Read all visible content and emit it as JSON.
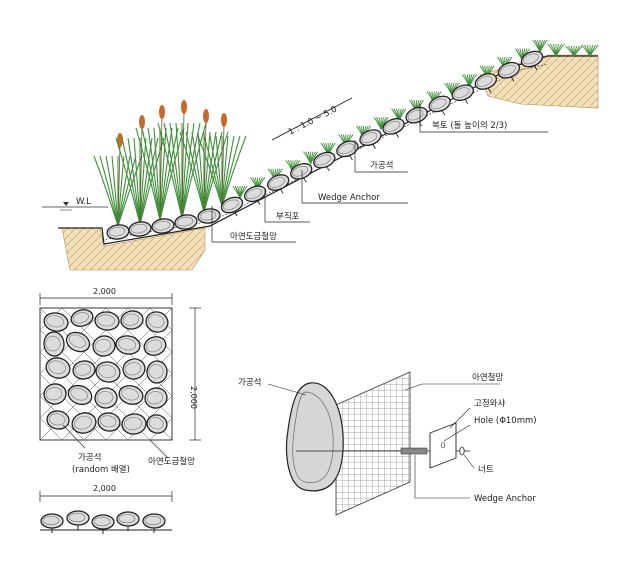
{
  "section": {
    "water_level": "W.L",
    "slope_ratio": "1 : 1.0 ~ 5.0",
    "callouts": {
      "galvanized_mesh": "아연도금철망",
      "nonwoven": "부직포",
      "wedge_anchor": "Wedge Anchor",
      "processed_stone": "가공석",
      "soil_cover": "복토 (돌 높이의 2/3)"
    }
  },
  "plan": {
    "width_dim": "2,000",
    "height_dim": "2,000",
    "stone_label": "가공석",
    "stone_note": "(random 배열)",
    "mesh_label": "아연도금철망"
  },
  "elevation": {
    "width_dim": "2,000"
  },
  "detail": {
    "stone_label": "가공석",
    "mesh_label": "아연철망",
    "washer_label": "고정와샤",
    "hole_label": "Hole (Φ10mm)",
    "nut_label": "너트",
    "anchor_label": "Wedge Anchor"
  },
  "colors": {
    "stone_fill": "#dcdcdc",
    "soil_fill": "#f2e0b8",
    "grass": "#3f8f3a",
    "reed_head": "#c8692c",
    "line": "#222222"
  }
}
